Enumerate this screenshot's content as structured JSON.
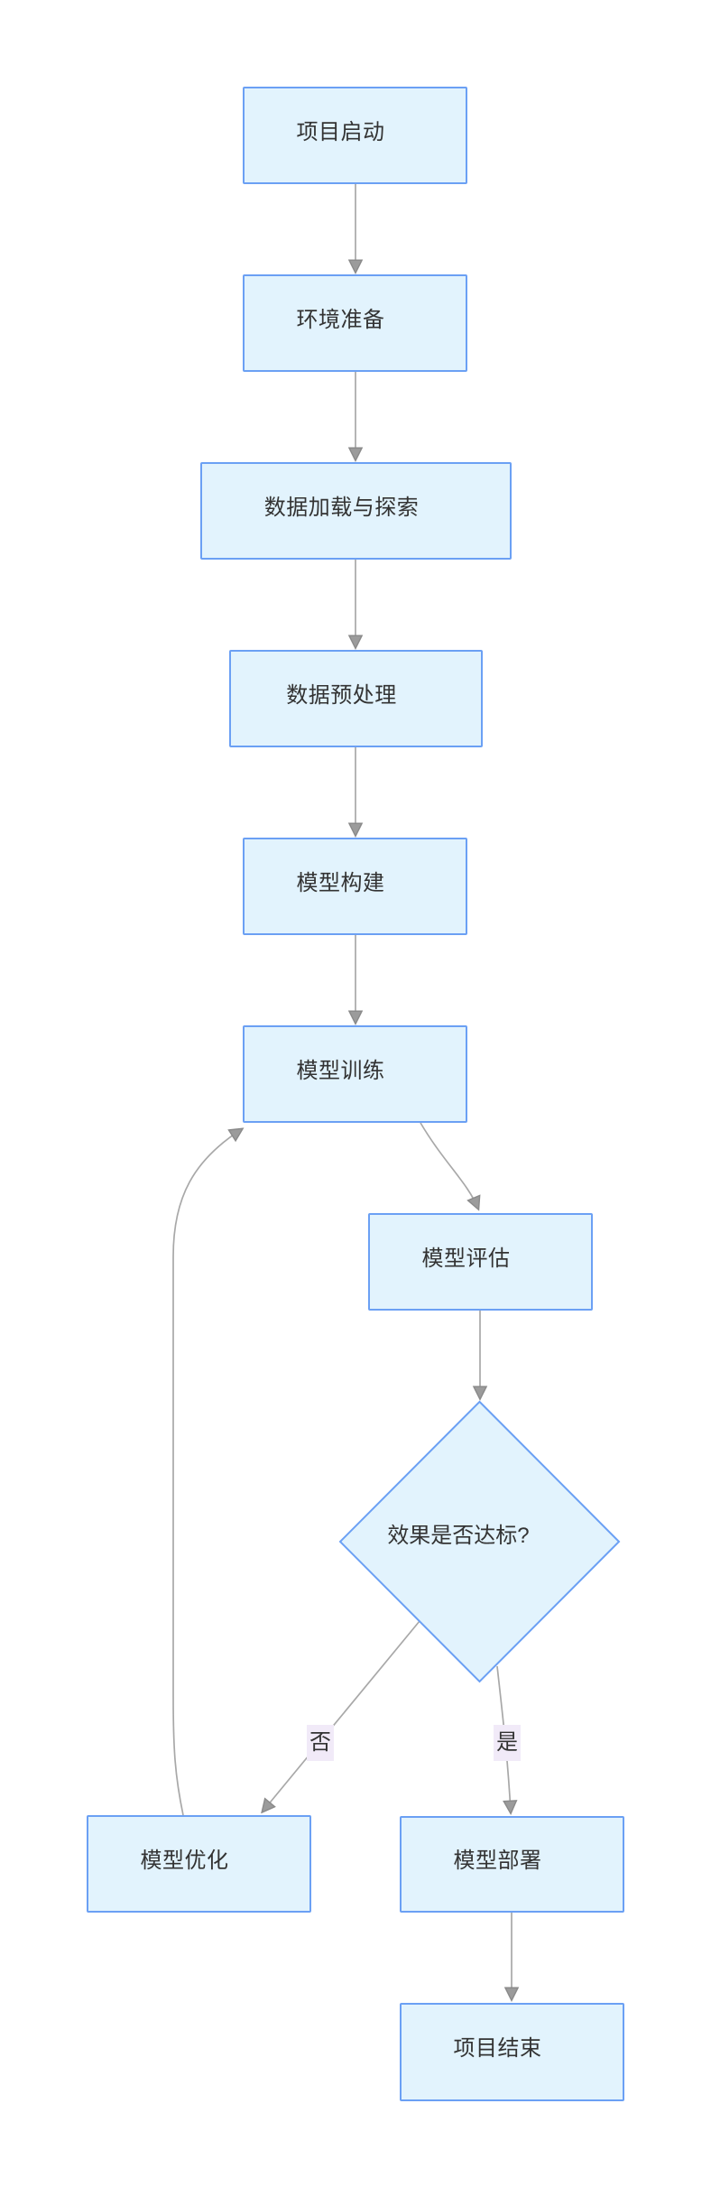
{
  "diagram": {
    "type": "flowchart",
    "nodes": [
      {
        "id": "start",
        "label": "项目启动",
        "shape": "rect"
      },
      {
        "id": "env",
        "label": "环境准备",
        "shape": "rect"
      },
      {
        "id": "load",
        "label": "数据加载与探索",
        "shape": "rect"
      },
      {
        "id": "preprocess",
        "label": "数据预处理",
        "shape": "rect"
      },
      {
        "id": "build",
        "label": "模型构建",
        "shape": "rect"
      },
      {
        "id": "train",
        "label": "模型训练",
        "shape": "rect"
      },
      {
        "id": "eval",
        "label": "模型评估",
        "shape": "rect"
      },
      {
        "id": "decision",
        "label": "效果是否达标?",
        "shape": "diamond"
      },
      {
        "id": "optimize",
        "label": "模型优化",
        "shape": "rect"
      },
      {
        "id": "deploy",
        "label": "模型部署",
        "shape": "rect"
      },
      {
        "id": "end",
        "label": "项目结束",
        "shape": "rect"
      }
    ],
    "edges": [
      {
        "from": "项目启动",
        "to": "环境准备",
        "label": ""
      },
      {
        "from": "环境准备",
        "to": "数据加载与探索",
        "label": ""
      },
      {
        "from": "数据加载与探索",
        "to": "数据预处理",
        "label": ""
      },
      {
        "from": "数据预处理",
        "to": "模型构建",
        "label": ""
      },
      {
        "from": "模型构建",
        "to": "模型训练",
        "label": ""
      },
      {
        "from": "模型训练",
        "to": "模型评估",
        "label": ""
      },
      {
        "from": "模型评估",
        "to": "效果是否达标?",
        "label": ""
      },
      {
        "from": "效果是否达标?",
        "to": "模型优化",
        "label": "否"
      },
      {
        "from": "效果是否达标?",
        "to": "模型部署",
        "label": "是"
      },
      {
        "from": "模型优化",
        "to": "模型训练",
        "label": ""
      },
      {
        "from": "模型部署",
        "to": "项目结束",
        "label": ""
      }
    ],
    "edge_labels": {
      "no": "否",
      "yes": "是"
    },
    "colors": {
      "node_fill": "#e2f3fd",
      "node_border": "#6ba0f4",
      "edge": "#a8a8a8",
      "arrow": "#9b9b9b",
      "label_bg": "#f1eaf8",
      "text": "#333333",
      "bg": "#ffffff"
    }
  }
}
